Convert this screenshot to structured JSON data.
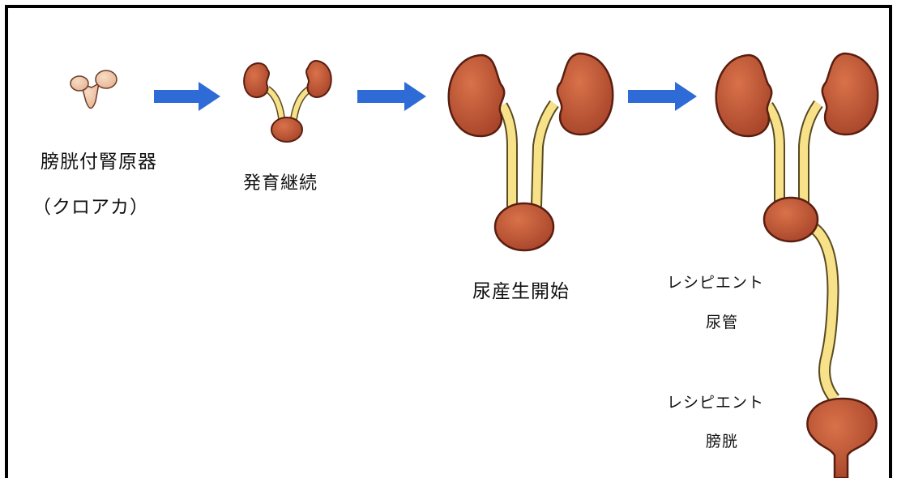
{
  "stages": [
    {
      "label_line1": "膀胱付腎原器",
      "label_line2": "（クロアカ）"
    },
    {
      "label_line1": "発育継続"
    },
    {
      "label_line1": "尿産生開始"
    }
  ],
  "recipient": {
    "ureter_line1": "レシピエント",
    "ureter_line2": "尿管",
    "bladder_line1": "レシピエント",
    "bladder_line2": "膀胱"
  },
  "colors": {
    "arrow": "#2f6bd6",
    "kidney": "#c55a35",
    "kidney_stroke": "#5a1e10",
    "ureter": "#f7e28a",
    "primordium": "#f1c9ad"
  }
}
